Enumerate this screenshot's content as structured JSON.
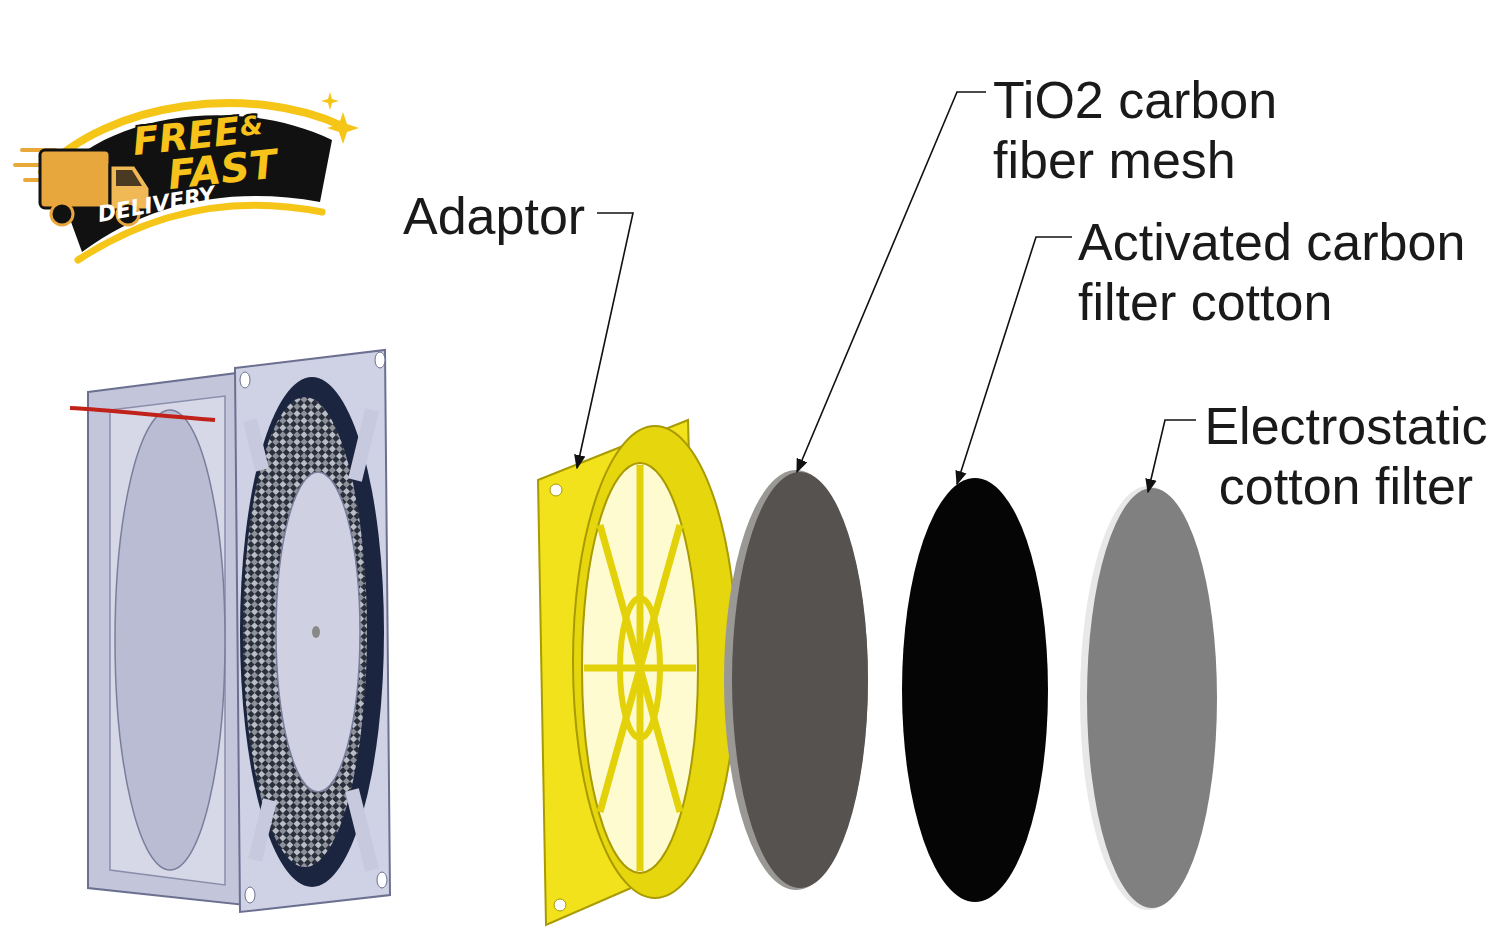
{
  "diagram": {
    "labels": [
      "FREE",
      "&",
      "FAST",
      "DELIVERY",
      "Adaptor",
      "TiO2 carbon fiber mesh",
      "Activated carbon filter cotton",
      "Electrostatic cotton filter"
    ]
  }
}
